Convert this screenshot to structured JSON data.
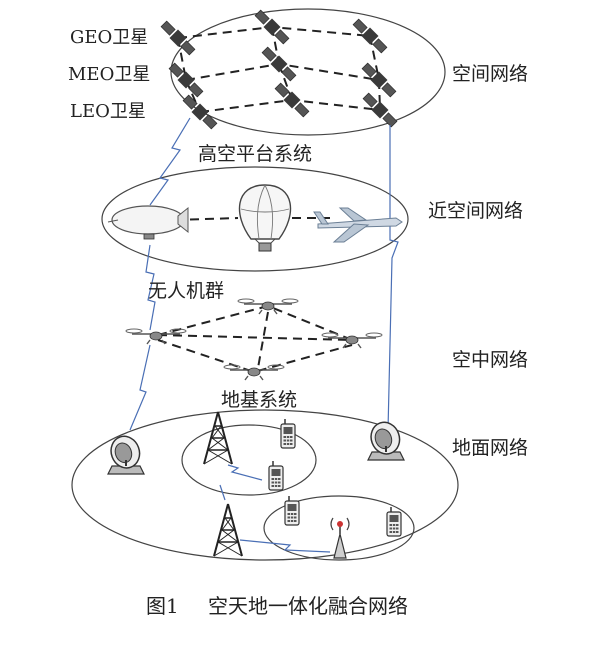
{
  "labels": {
    "geo": "GEO卫星",
    "meo": "MEO卫星",
    "leo": "LEO卫星",
    "space_network": "空间网络",
    "hap_system": "高空平台系统",
    "near_space_network": "近空间网络",
    "uav_swarm": "无人机群",
    "air_network": "空中网络",
    "ground_system": "地基系统",
    "ground_network": "地面网络"
  },
  "caption": {
    "number": "图1",
    "title": "空天地一体化融合网络"
  },
  "icons": {
    "satellite": "satellite-icon",
    "airship": "airship-icon",
    "balloon": "balloon-icon",
    "aircraft": "aircraft-icon",
    "uav": "drone-icon",
    "dish": "satellite-dish-icon",
    "tower": "radio-tower-icon",
    "phone": "mobile-phone-icon",
    "base_station": "base-station-icon"
  }
}
